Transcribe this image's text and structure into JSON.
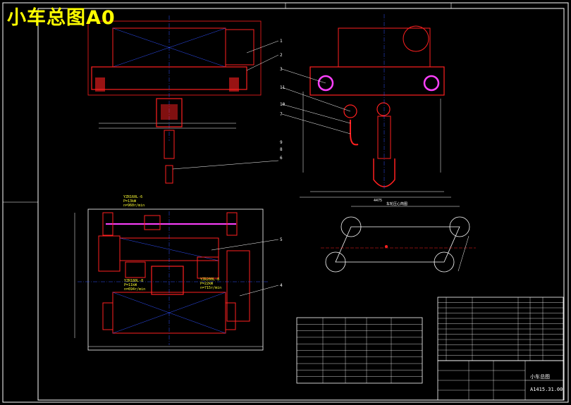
{
  "drawing": {
    "title": "小车总图A0",
    "titleblock_name": "小车总图",
    "titleblock_code": "A1415.31.00",
    "dimension_total": "4475",
    "layout_label": "车轮压心简图"
  },
  "spec_labels": {
    "motor_top": "YZR160L-6",
    "motor_top_power": "P=13kW",
    "motor_top_speed": "n=960r/min",
    "motor_left": "YZR180L-8",
    "motor_left_power": "P=11kW",
    "motor_left_speed": "n=694r/min",
    "motor_mid": "YZR200L-8",
    "motor_mid_power": "P=22kW",
    "motor_mid_speed": "n=715r/min"
  },
  "callouts": {
    "c1": "1",
    "c2": "2",
    "c3": "3",
    "c4": "4",
    "c5": "5",
    "c6": "6",
    "c7": "7",
    "c8": "8",
    "c9": "9",
    "c10": "10",
    "c11": "11"
  },
  "colors": {
    "background": "#000000",
    "frame": "#ffffff",
    "red": "#ff2020",
    "magenta": "#ff40ff",
    "blue": "#3050ff",
    "yellow": "#ffff00",
    "cyan": "#40ffff"
  }
}
